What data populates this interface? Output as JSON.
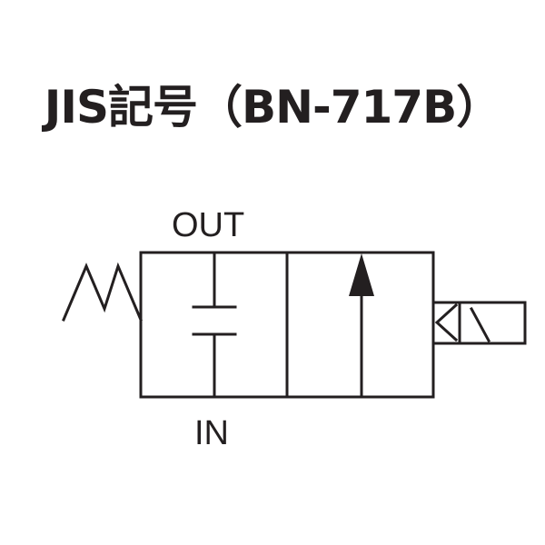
{
  "title": "JIS記号（BN-717B）",
  "labels": {
    "out": "OUT",
    "in": "IN"
  },
  "colors": {
    "line": "#231f20",
    "background": "#ffffff"
  },
  "symbol": {
    "left_actuator": "spring",
    "right_actuator": "solenoid",
    "positions": [
      "closed",
      "open-flow-up"
    ]
  }
}
